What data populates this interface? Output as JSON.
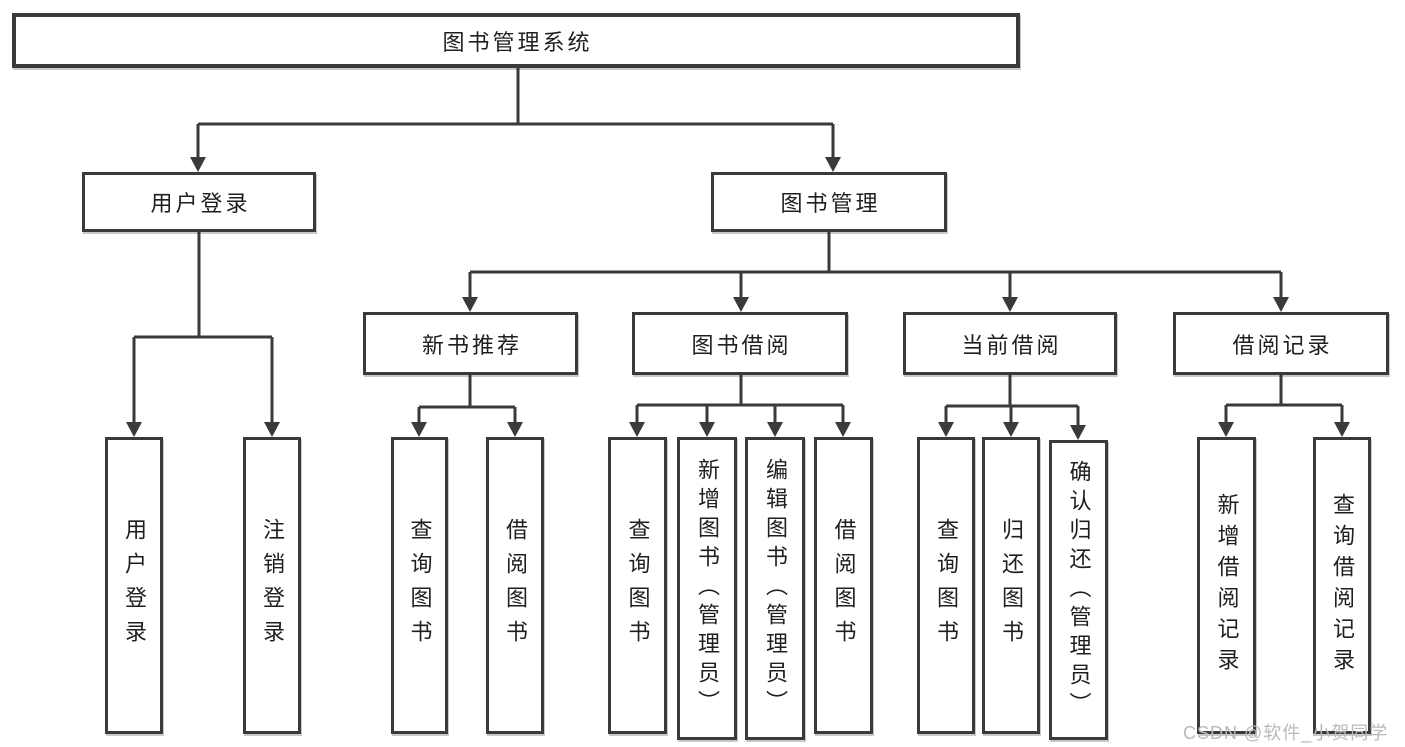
{
  "diagram_type": "hierarchy-tree",
  "colors": {
    "line": "#3a3a3a",
    "text": "#1f1f1f",
    "watermark": "#b6babf",
    "background": "#ffffff"
  },
  "tree": {
    "label": "图书管理系统",
    "children": [
      {
        "label": "用户登录",
        "children": [
          {
            "label": "用户登录"
          },
          {
            "label": "注销登录"
          }
        ]
      },
      {
        "label": "图书管理",
        "children": [
          {
            "label": "新书推荐",
            "children": [
              {
                "label": "查询图书"
              },
              {
                "label": "借阅图书"
              }
            ]
          },
          {
            "label": "图书借阅",
            "children": [
              {
                "label": "查询图书"
              },
              {
                "label": "新增图书（管理员）"
              },
              {
                "label": "编辑图书（管理员）"
              },
              {
                "label": "借阅图书"
              }
            ]
          },
          {
            "label": "当前借阅",
            "children": [
              {
                "label": "查询图书"
              },
              {
                "label": "归还图书"
              },
              {
                "label": "确认归还（管理员）"
              }
            ]
          },
          {
            "label": "借阅记录",
            "children": [
              {
                "label": "新增借阅记录"
              },
              {
                "label": "查询借阅记录"
              }
            ]
          }
        ]
      }
    ]
  },
  "watermark": "CSDN @软件_小贺同学"
}
